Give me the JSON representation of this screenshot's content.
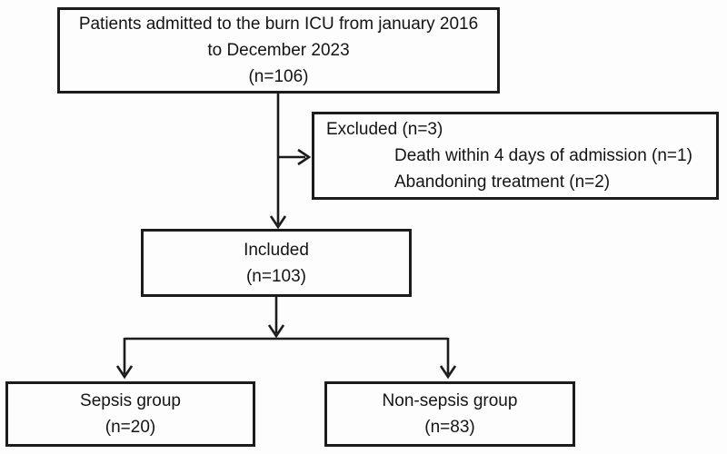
{
  "diagram": {
    "background": "#fdfdfd",
    "line_color": "#1c1c1c",
    "text_color": "#141414",
    "boxes": {
      "admitted": {
        "lines": [
          "Patients admitted to the burn ICU from january 2016",
          "to December 2023",
          "(n=106)"
        ]
      },
      "excluded": {
        "heading": "Excluded (n=3)",
        "reasons": [
          "Death within 4 days of admission (n=1)",
          "Abandoning treatment (n=2)"
        ]
      },
      "included": {
        "lines": [
          "Included",
          "(n=103)"
        ]
      },
      "sepsis": {
        "lines": [
          "Sepsis group",
          "(n=20)"
        ]
      },
      "non_sepsis": {
        "lines": [
          "Non-sepsis group",
          "(n=83)"
        ]
      }
    }
  }
}
